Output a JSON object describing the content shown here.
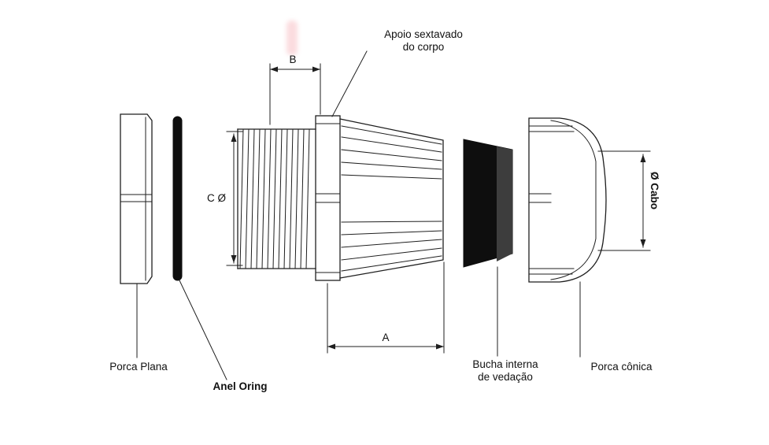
{
  "colors": {
    "line": "#1f1f1f",
    "solid": "#0e0e0e",
    "solid_light": "#3d3d3d",
    "background": "#ffffff",
    "text": "#111111"
  },
  "labels": {
    "apoio_sextavado": "Apoio sextavado\ndo corpo",
    "porca_plana": "Porca Plana",
    "anel_oring": "Anel Oring",
    "bucha_interna": "Bucha interna\nde vedação",
    "porca_conica": "Porca cônica",
    "diametro_cabo": "Ø Cabo"
  },
  "dimensions": {
    "b": "B",
    "c_diametro": "C Ø",
    "a": "A"
  }
}
